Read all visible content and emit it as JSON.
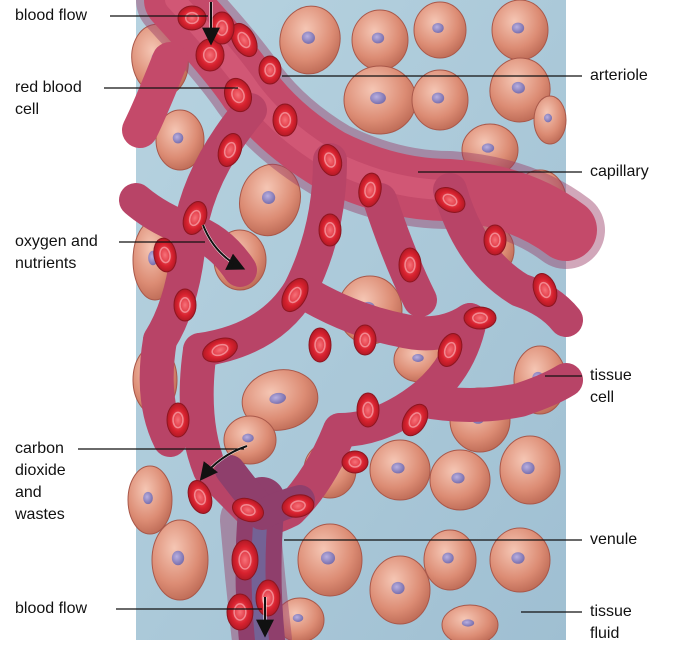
{
  "labels": {
    "blood_flow_top": "blood flow",
    "red_blood_cell": [
      "red blood",
      "cell"
    ],
    "oxygen_nutrients": [
      "oxygen and",
      "nutrients"
    ],
    "carbon_dioxide": [
      "carbon",
      "dioxide",
      "and",
      "wastes"
    ],
    "blood_flow_bottom": "blood flow",
    "arteriole": "arteriole",
    "capillary": "capillary",
    "tissue_cell": [
      "tissue",
      "cell"
    ],
    "venule": "venule",
    "tissue_fluid": [
      "tissue",
      "fluid"
    ]
  },
  "colors": {
    "tissue_fluid": "#a9c8d8",
    "vessel": "#c44a6a",
    "vessel_dark": "#8f2f55",
    "red_blood_cell": "#e0323e",
    "tissue_cell": "#dc8c74",
    "nucleus": "#8d83c0",
    "leader_line": "#111111"
  }
}
